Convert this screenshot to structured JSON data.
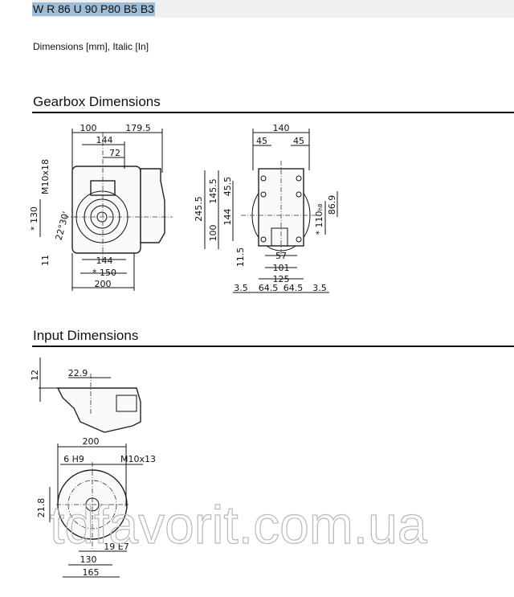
{
  "header": {
    "model": "W R 86 U 90 P80 B5 B3"
  },
  "units_note": "Dimensions [mm], Italic [In]",
  "sections": {
    "gearbox": "Gearbox Dimensions",
    "input": "Input Dimensions"
  },
  "gearbox_front": {
    "d100": "100",
    "d179_5": "179.5",
    "d144_top": "144",
    "d72": "72",
    "m10x18": "M10x18",
    "d130": "* 130",
    "angle": "22°30'",
    "d11": "11",
    "d144_bot": "144",
    "d150": "* 150",
    "d200": "200"
  },
  "gearbox_side": {
    "d140": "140",
    "d45_l": "45",
    "d45_r": "45",
    "d245_5": "245.5",
    "d145_5": "145.5",
    "d45_5": "45.5",
    "d144": "144",
    "d100": "100",
    "d11_5": "11.5",
    "d86_9": "86.9",
    "d110": "* 110",
    "d110_tol": "h8",
    "d57": "57",
    "d101": "101",
    "d125": "125",
    "d3_5_l": "3.5",
    "d64_5_l": "64.5",
    "d64_5_r": "64.5",
    "d3_5_r": "3.5"
  },
  "input_top": {
    "d12": "12",
    "d22_9": "22.9"
  },
  "input_front": {
    "d200": "200",
    "key": "6 H9",
    "thread": "M10x13",
    "d21_8": "21.8",
    "bore": "19 E7",
    "d130": "130",
    "d165": "165"
  },
  "watermark": "tdfavorit.com.ua"
}
